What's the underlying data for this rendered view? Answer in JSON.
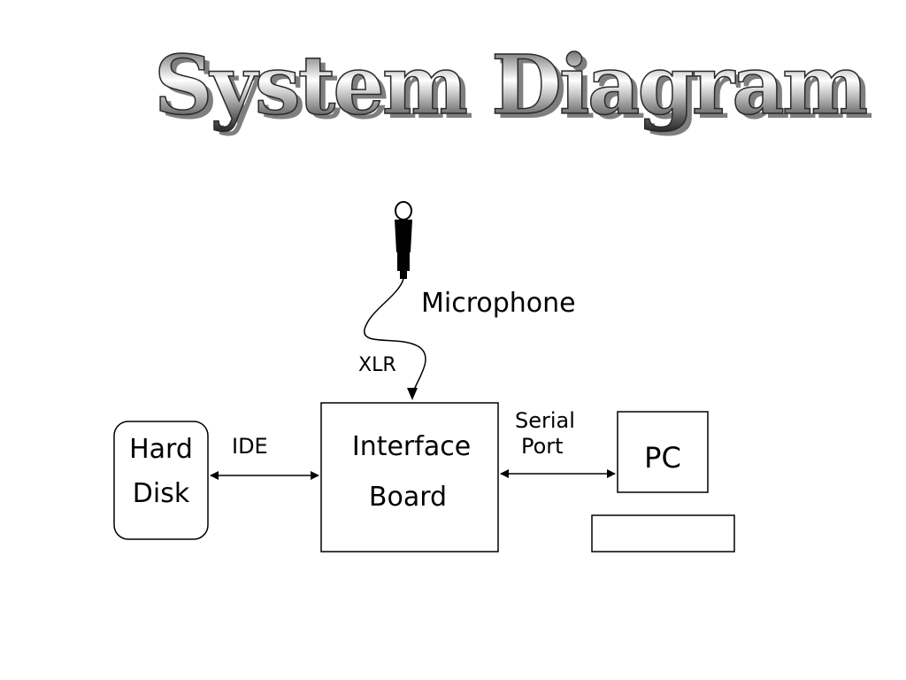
{
  "title": "System Diagram",
  "labels": {
    "microphone": "Microphone",
    "xlr": "XLR",
    "ide": "IDE",
    "serial_line1": "Serial",
    "serial_line2": "Port"
  },
  "blocks": {
    "hard_disk_line1": "Hard",
    "hard_disk_line2": "Disk",
    "interface_line1": "Interface",
    "interface_line2": "Board",
    "pc": "PC"
  },
  "colors": {
    "ink": "#000000",
    "background": "#ffffff",
    "title_light": "#ffffff",
    "title_dark": "#2a2a2a",
    "title_shadow": "#555555"
  }
}
